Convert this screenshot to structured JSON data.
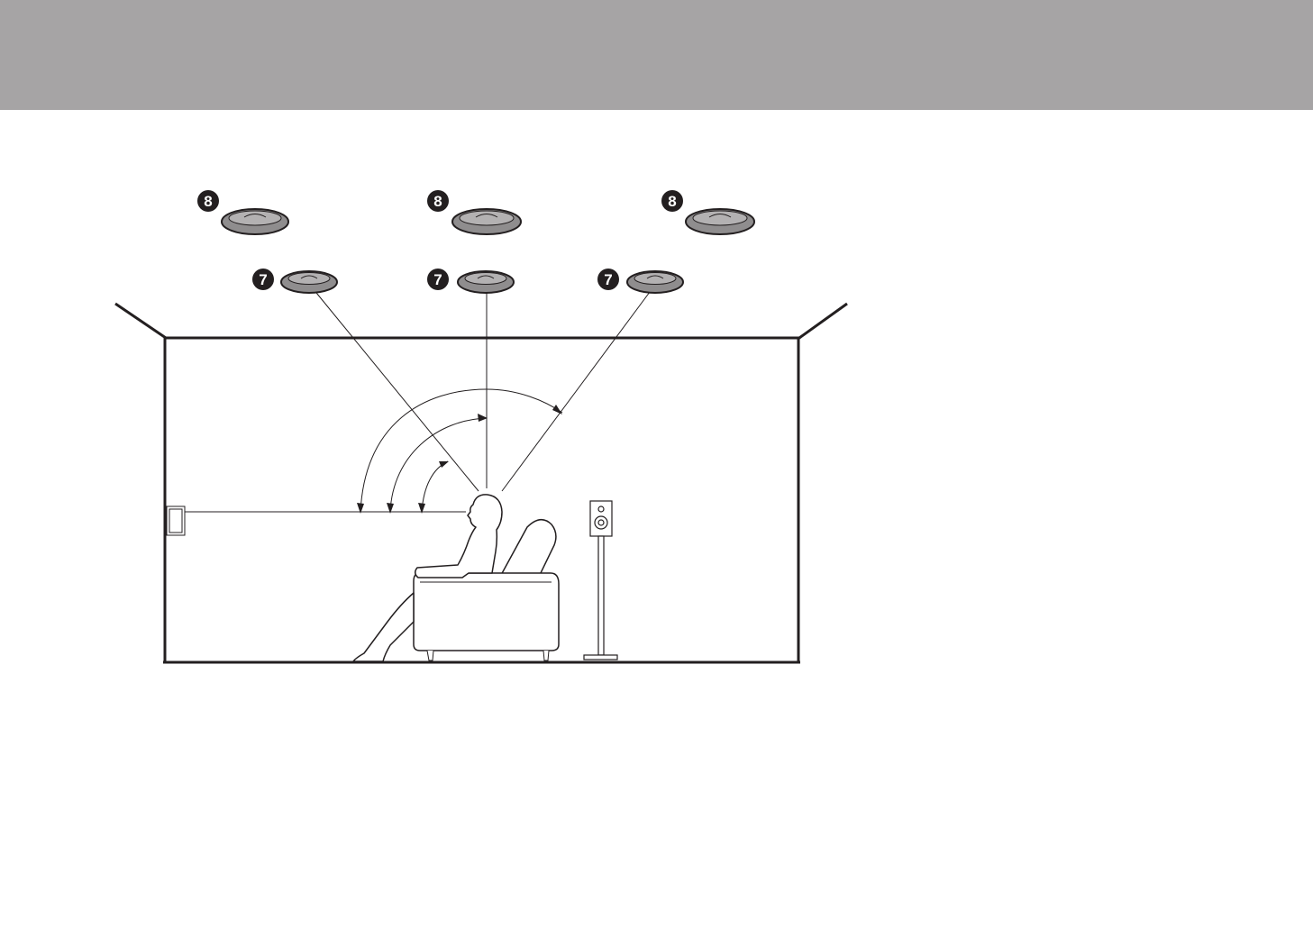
{
  "header": {
    "background_color": "#a6a4a5"
  },
  "diagram": {
    "ceiling_speakers_far": [
      {
        "number": "8"
      },
      {
        "number": "8"
      },
      {
        "number": "8"
      }
    ],
    "ceiling_speakers_near": [
      {
        "number": "7"
      },
      {
        "number": "7"
      },
      {
        "number": "7"
      }
    ],
    "colors": {
      "line": "#231f20",
      "speaker_fill": "#8f8d8e",
      "speaker_inner": "#b3b1b2",
      "badge_fill": "#231f20"
    },
    "icons": [
      "ceiling-speaker-icon",
      "front-speaker-icon",
      "floor-speaker-icon",
      "listener-figure",
      "armchair"
    ]
  }
}
